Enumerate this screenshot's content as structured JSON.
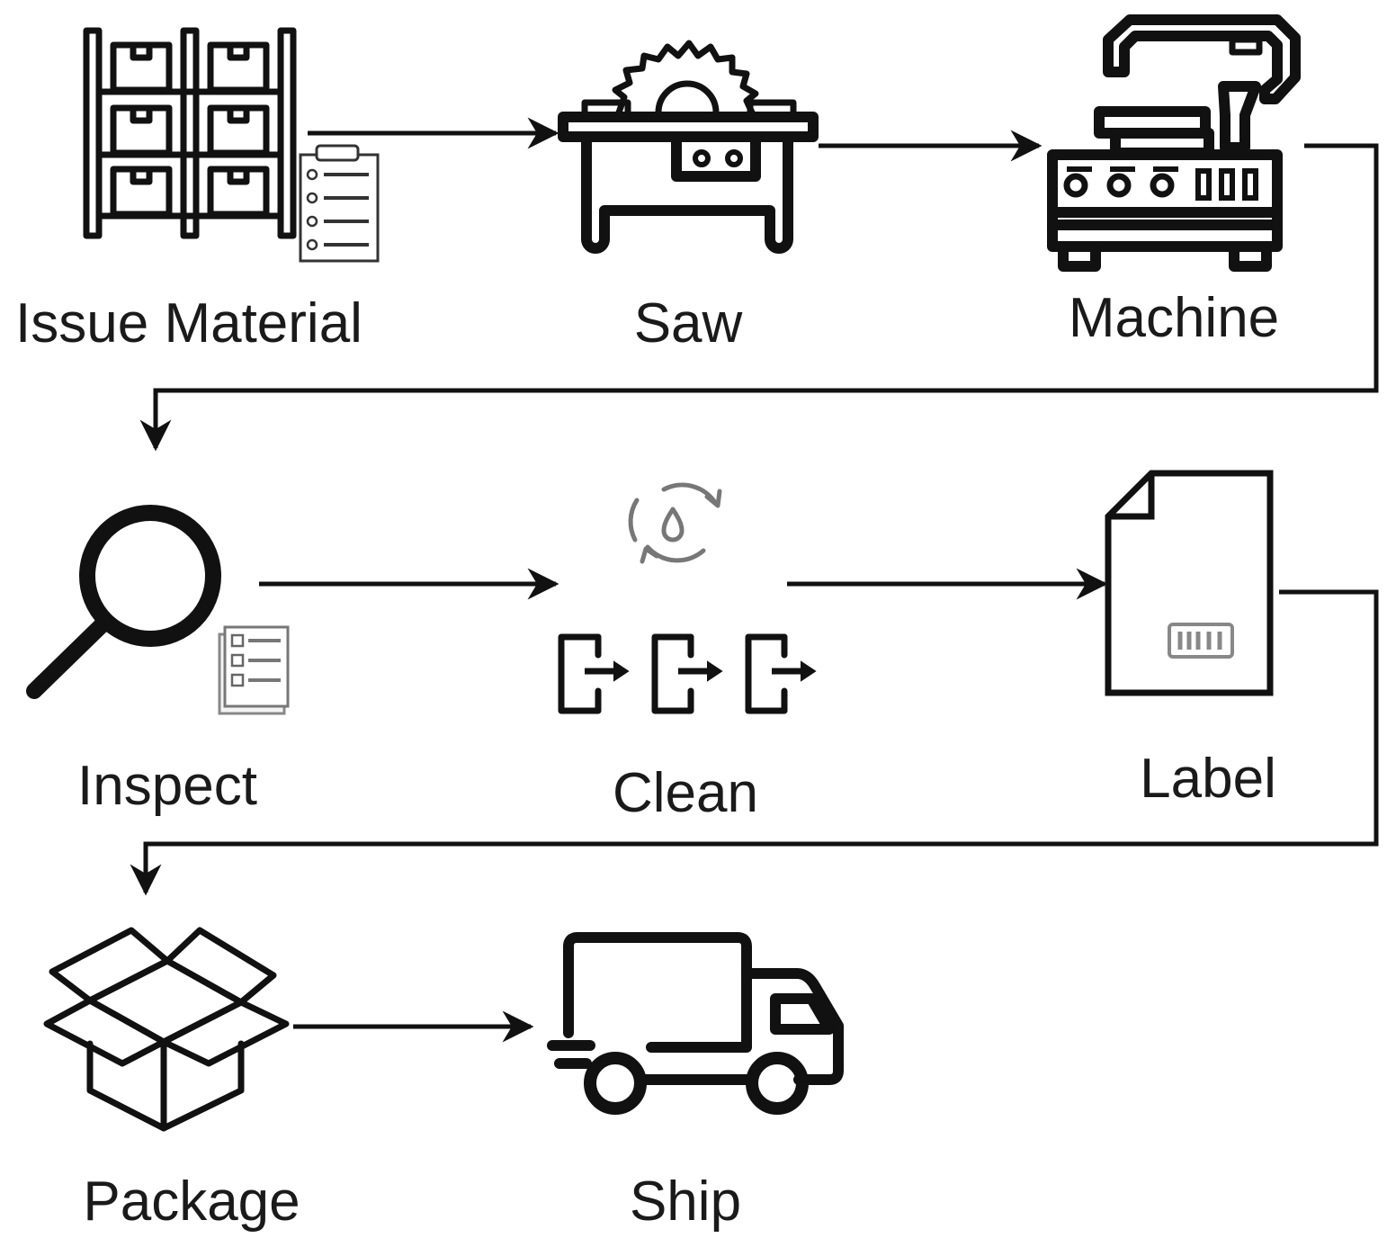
{
  "steps": {
    "issue_material": "Issue Material",
    "saw": "Saw",
    "machine": "Machine",
    "inspect": "Inspect",
    "clean": "Clean",
    "label": "Label",
    "package": "Package",
    "ship": "Ship"
  },
  "icons": {
    "issue_material": [
      "warehouse-shelves-icon",
      "clipboard-checklist-icon"
    ],
    "saw": "table-saw-icon",
    "machine": "cnc-machine-icon",
    "inspect": [
      "magnifying-glass-icon",
      "checklist-icon"
    ],
    "clean": [
      "water-cycle-icon",
      "process-steps-icon"
    ],
    "label": [
      "document-icon",
      "barcode-icon"
    ],
    "package": "open-box-icon",
    "ship": "delivery-truck-icon"
  },
  "colors": {
    "line": "#111111",
    "text": "#1a1a1a",
    "secondary_icon": "#777777"
  }
}
